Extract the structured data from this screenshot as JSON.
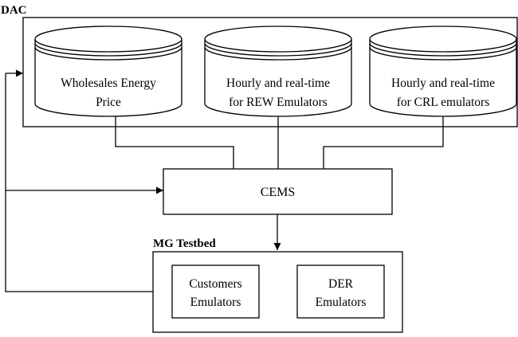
{
  "dac": {
    "title": "DAC"
  },
  "databases": [
    {
      "line1": "Wholesales Energy",
      "line2": "Price"
    },
    {
      "line1": "Hourly and real-time",
      "line2": "for REW Emulators"
    },
    {
      "line1": "Hourly and real-time",
      "line2": "for CRL emulators"
    }
  ],
  "cems": {
    "label": "CEMS"
  },
  "testbed": {
    "title": "MG Testbed",
    "customers": {
      "line1": "Customers",
      "line2": "Emulators"
    },
    "der": {
      "line1": "DER",
      "line2": "Emulators"
    }
  }
}
